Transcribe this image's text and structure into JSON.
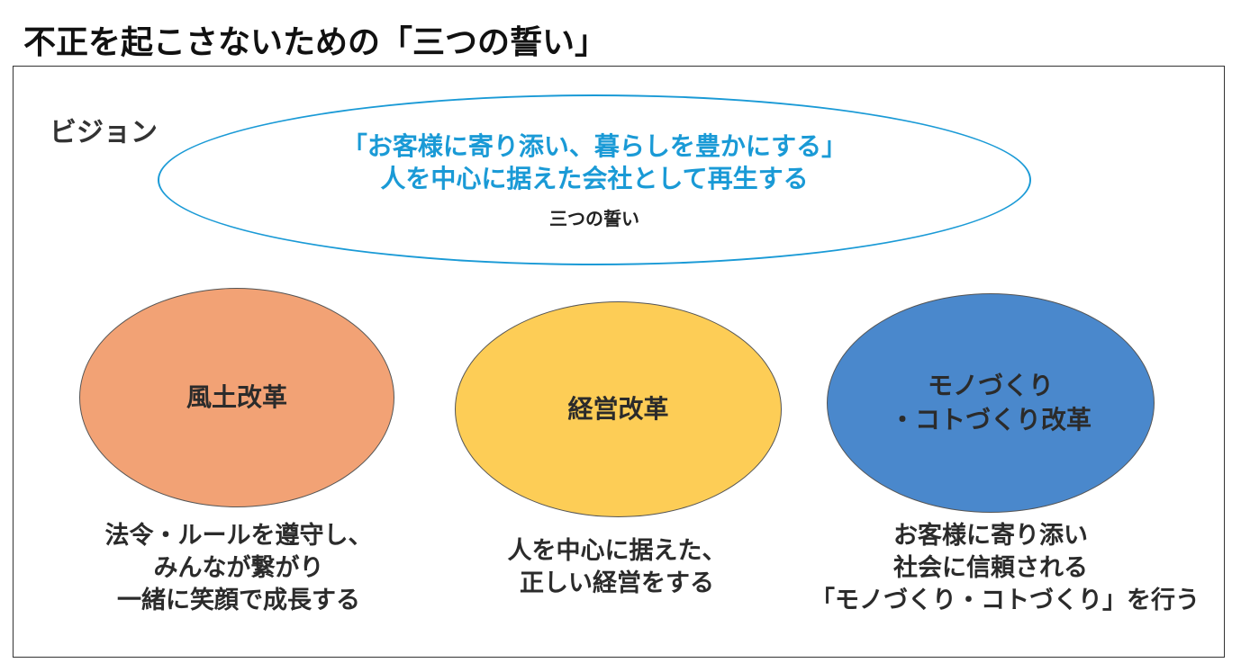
{
  "title": "不正を起こさないための「三つの誓い」",
  "vision": {
    "label": "ビジョン",
    "lines": [
      "「お客様に寄り添い、暮らしを豊かにする」",
      "人を中心に据えた会社として再生する"
    ],
    "sub": "三つの誓い",
    "color": "#1a9ad6"
  },
  "pillars": [
    {
      "name": [
        "風土改革"
      ],
      "color": "#f2a275",
      "caption": [
        "法令・ルールを遵守し、",
        "みんなが繋がり",
        "一緒に笑顔で成長する"
      ]
    },
    {
      "name": [
        "経営改革"
      ],
      "color": "#fdcd56",
      "caption": [
        "人を中心に据えた、",
        "正しい経営をする"
      ]
    },
    {
      "name": [
        "モノづくり",
        "・コトづくり改革"
      ],
      "color": "#4a88cc",
      "caption": [
        "お客様に寄り添い",
        "社会に信頼される",
        "「モノづくり・コトづくり」を行う"
      ]
    }
  ]
}
